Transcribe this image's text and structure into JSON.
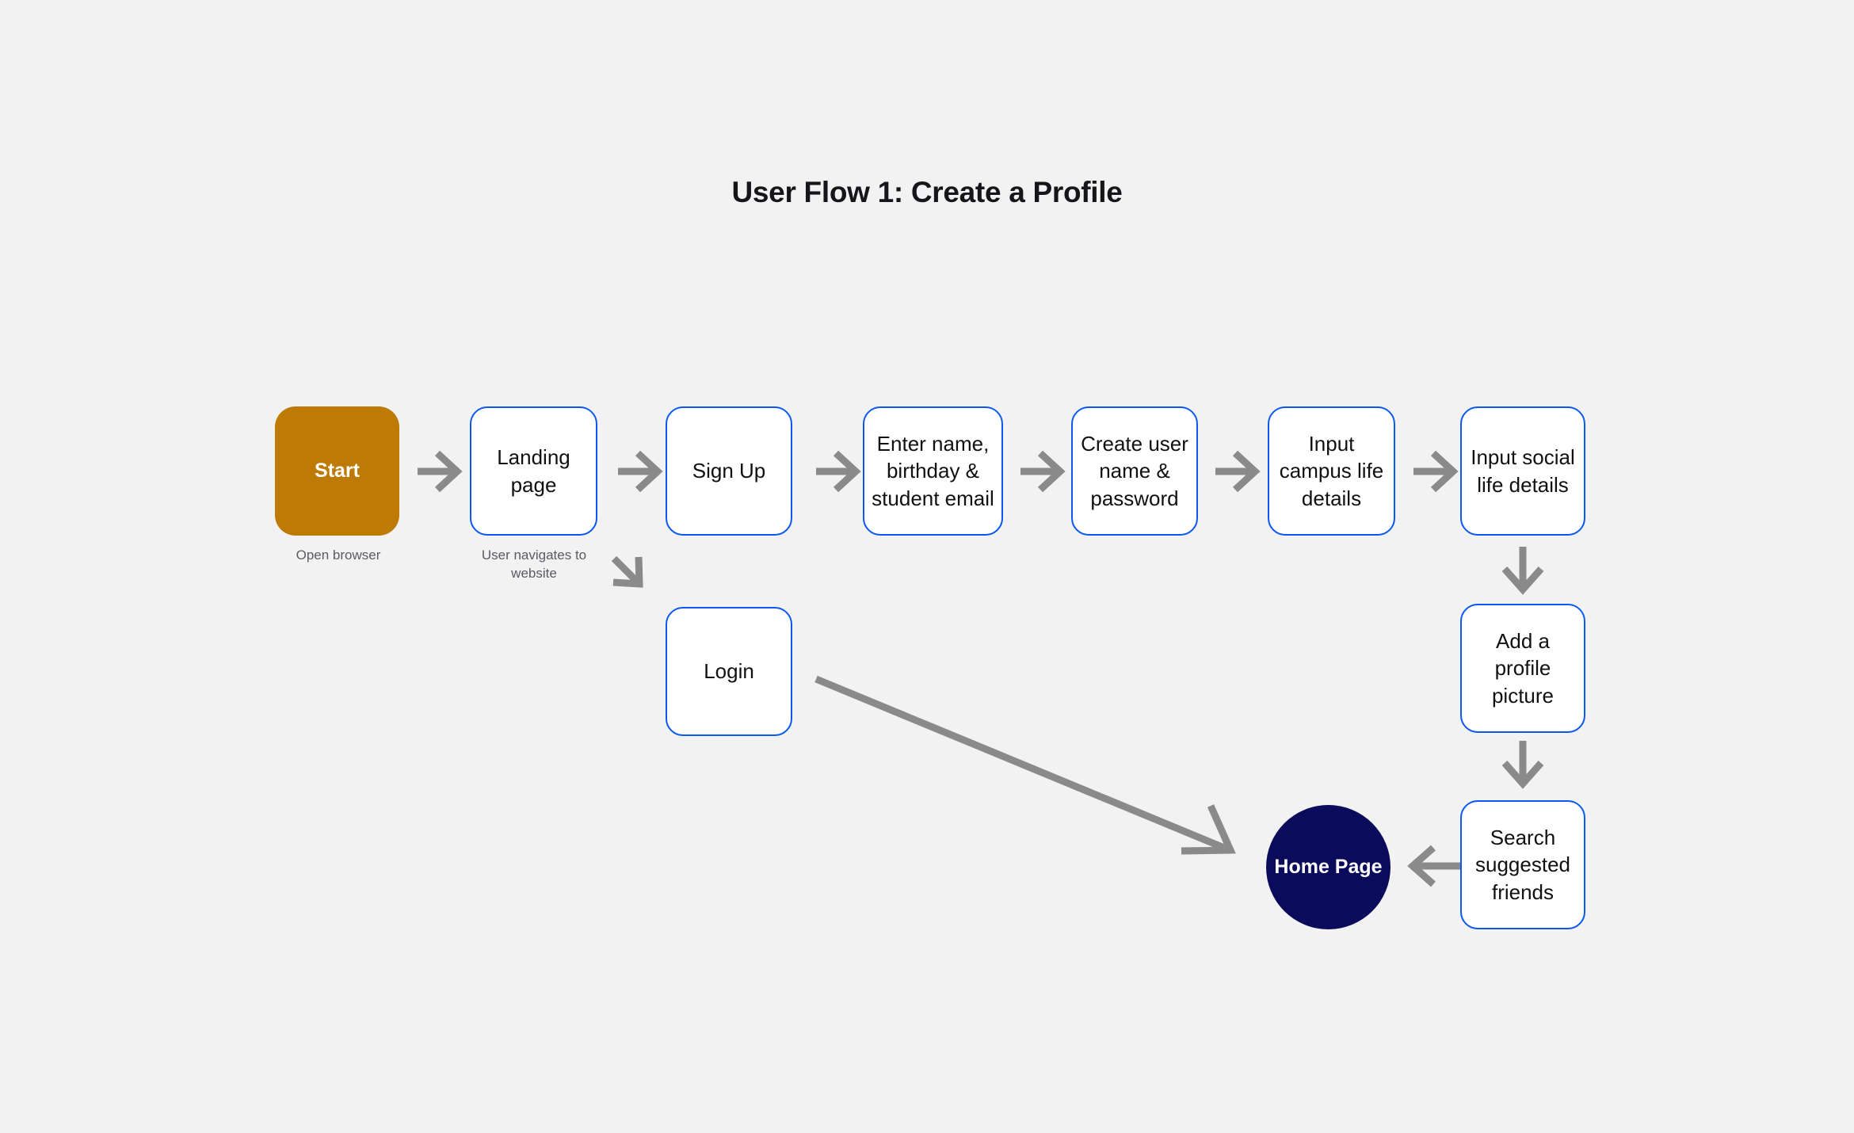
{
  "page": {
    "title": "User Flow 1: Create a Profile",
    "background_color": "#f2f2f2"
  },
  "theme": {
    "process_border": "#0a58f0",
    "process_fill": "#ffffff",
    "start_fill": "#bd7a05",
    "endpoint_fill": "#0b0b5c",
    "arrow_color": "#8a8a8a",
    "text_color": "#111114",
    "caption_color": "#5b5b63"
  },
  "nodes": [
    {
      "id": "start",
      "label": "Start",
      "type": "terminator",
      "caption": "Open browser"
    },
    {
      "id": "landing",
      "label": "Landing page",
      "type": "process",
      "caption": "User navigates to website"
    },
    {
      "id": "signup",
      "label": "Sign Up",
      "type": "process",
      "caption": ""
    },
    {
      "id": "enter-info",
      "label": "Enter name, birthday & student email",
      "type": "process",
      "caption": ""
    },
    {
      "id": "credentials",
      "label": "Create user name & password",
      "type": "process",
      "caption": ""
    },
    {
      "id": "campus",
      "label": "Input campus life details",
      "type": "process",
      "caption": ""
    },
    {
      "id": "social",
      "label": "Input social life details",
      "type": "process",
      "caption": ""
    },
    {
      "id": "login",
      "label": "Login",
      "type": "process",
      "caption": ""
    },
    {
      "id": "profile-pic",
      "label": "Add a profile picture",
      "type": "process",
      "caption": ""
    },
    {
      "id": "friends",
      "label": "Search suggested friends",
      "type": "process",
      "caption": ""
    },
    {
      "id": "home",
      "label": "Home Page",
      "type": "endpoint",
      "caption": ""
    }
  ],
  "edges": [
    {
      "from": "start",
      "to": "landing",
      "direction": "right"
    },
    {
      "from": "landing",
      "to": "signup",
      "direction": "right"
    },
    {
      "from": "signup",
      "to": "enter-info",
      "direction": "right"
    },
    {
      "from": "enter-info",
      "to": "credentials",
      "direction": "right"
    },
    {
      "from": "credentials",
      "to": "campus",
      "direction": "right"
    },
    {
      "from": "campus",
      "to": "social",
      "direction": "right"
    },
    {
      "from": "landing",
      "to": "login",
      "direction": "down-right"
    },
    {
      "from": "social",
      "to": "profile-pic",
      "direction": "down"
    },
    {
      "from": "profile-pic",
      "to": "friends",
      "direction": "down"
    },
    {
      "from": "friends",
      "to": "home",
      "direction": "left"
    },
    {
      "from": "login",
      "to": "home",
      "direction": "diagonal"
    }
  ]
}
